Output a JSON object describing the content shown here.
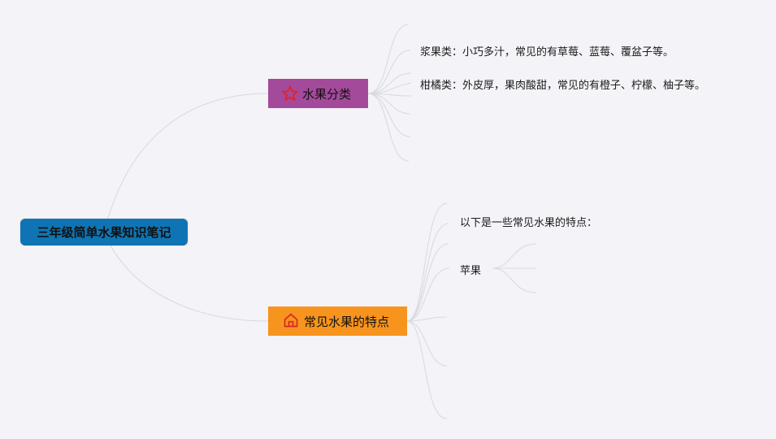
{
  "root": {
    "label": "三年级简单水果知识笔记"
  },
  "branches": [
    {
      "label": "水果分类",
      "color": "#a44a9b",
      "icon": "star-icon",
      "children": [
        "浆果类：小巧多汁，常见的有草莓、蓝莓、覆盆子等。",
        "柑橘类：外皮厚，果肉酸甜，常见的有橙子、柠檬、柚子等。"
      ]
    },
    {
      "label": "常见水果的特点",
      "color": "#f7941d",
      "icon": "house-icon",
      "children": [
        "以下是一些常见水果的特点：",
        "苹果"
      ]
    }
  ],
  "colors": {
    "background": "#f4f3f8",
    "root": "#0f74b3",
    "connector": "#d8d8de"
  }
}
